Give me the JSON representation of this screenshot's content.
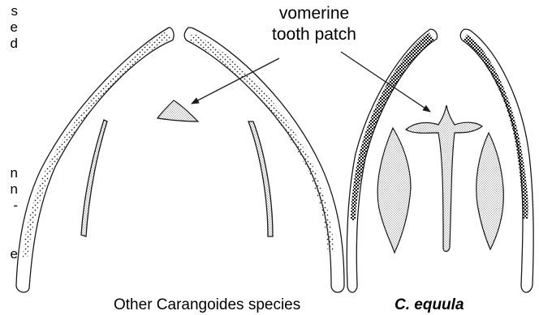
{
  "callout": {
    "line1": "vomerine",
    "line2": "tooth patch"
  },
  "captions": {
    "left": "Other Carangoides species",
    "right": "C. equula"
  },
  "edge_fragments": [
    "s",
    "e",
    "d",
    "n",
    "n",
    "-",
    "e"
  ],
  "colors": {
    "ink": "#1a1a1a",
    "background": "#ffffff",
    "stipple": "#2a2a2a"
  }
}
